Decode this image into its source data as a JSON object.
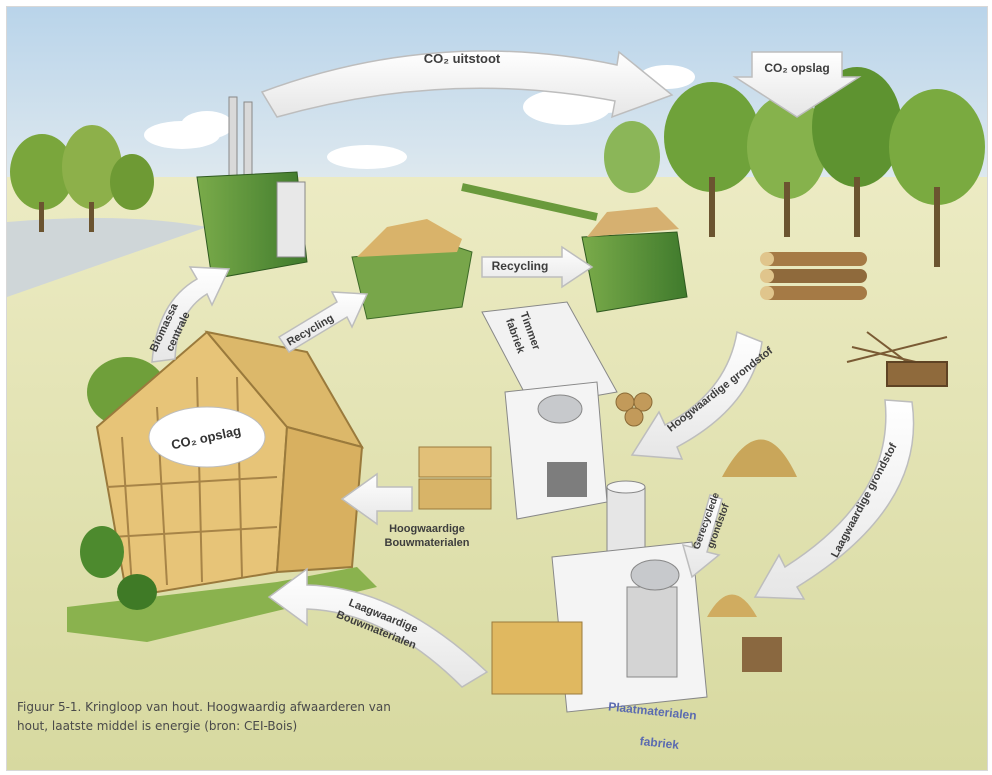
{
  "labels": {
    "co2_uitstoot": "CO₂ uitstoot",
    "co2_opslag_top": "CO₂ opslag",
    "co2_opslag_house": "CO₂ opslag",
    "recycling_top": "Recycling",
    "recycling_left": "Recycling",
    "biomassa_1": "Biomassa",
    "biomassa_2": "centrale",
    "timmer_1": "Timmer",
    "timmer_2": "fabriek",
    "hoogwaardige_grondstof": "Hoogwaardige grondstof",
    "laagwaardige_grondstof": "Laagwaardige grondstof",
    "gerecyclede_1": "Gerecyclede",
    "gerecyclede_2": "grondstof",
    "hoog_bouw_1": "Hoogwaardige",
    "hoog_bouw_2": "Bouwmaterialen",
    "laag_bouw_1": "Laagwaardige",
    "laag_bouw_2": "Bouwmaterialen",
    "plaat_1": "Plaatmaterialen",
    "plaat_2": "fabriek"
  },
  "caption": {
    "line1": "Figuur 5-1. Kringloop van hout. Hoogwaardig afwaarderen van",
    "line2": "hout, laatste middel is energie (bron: CEI-Bois)"
  }
}
